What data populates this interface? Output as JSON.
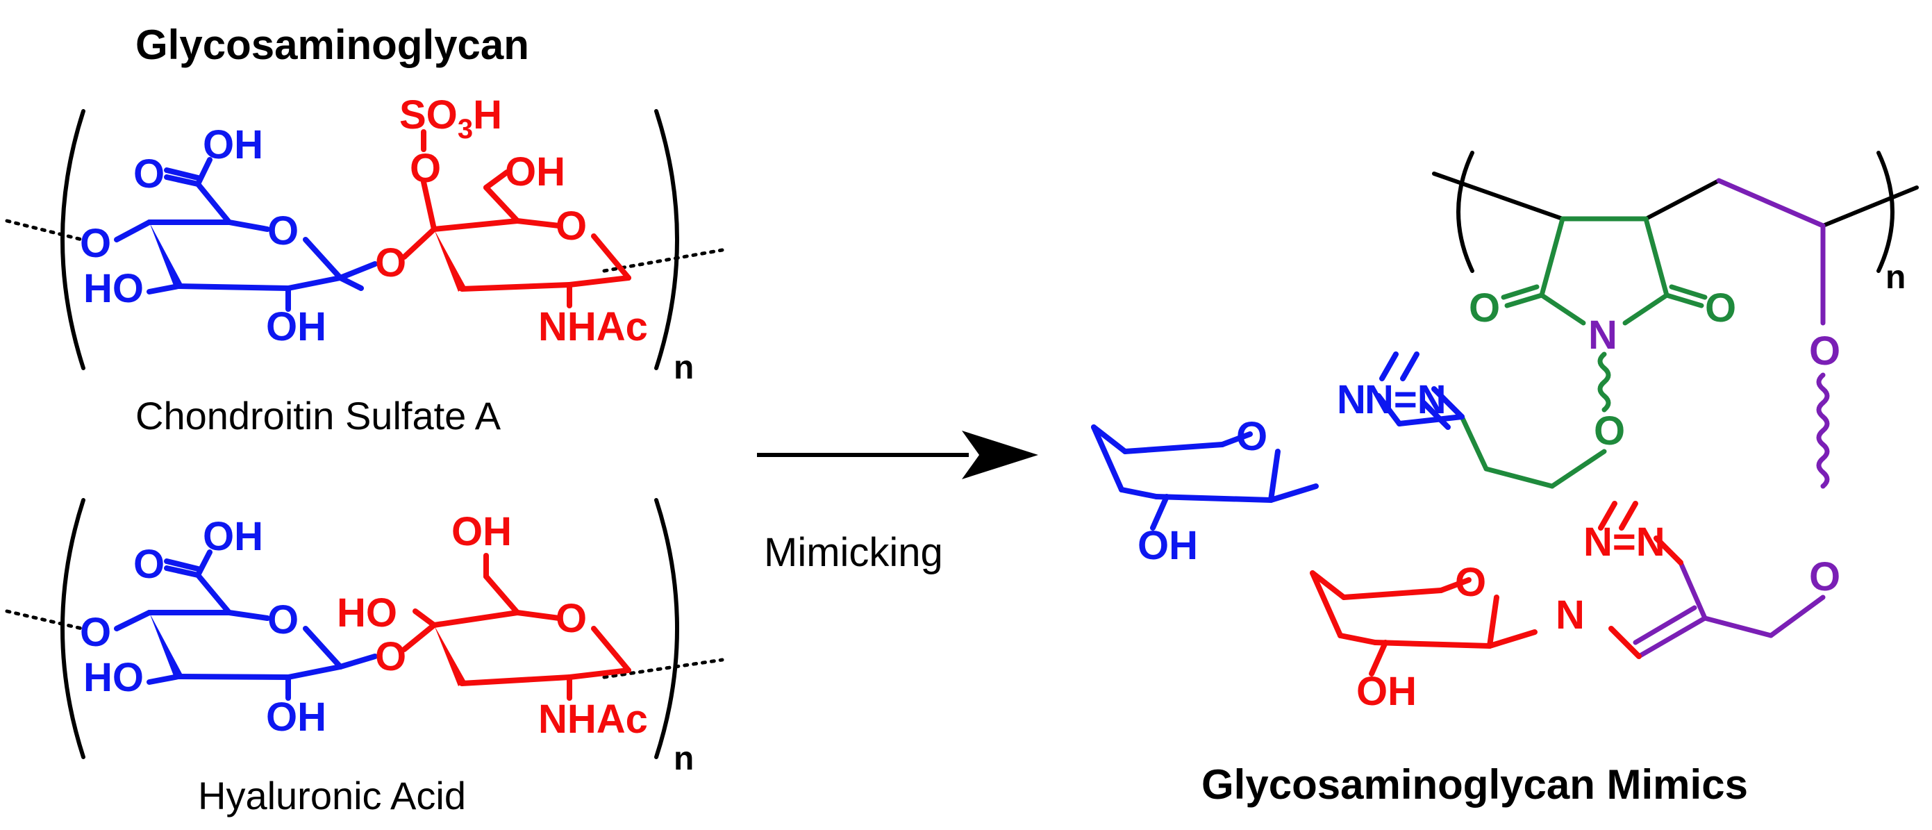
{
  "title_left": "Glycosaminoglycan",
  "label_csa": "Chondroitin Sulfate A",
  "label_ha": "Hyaluronic Acid",
  "arrow_label": "Mimicking",
  "title_right": "Glycosaminoglycan Mimics",
  "repeat_subscript": "n",
  "atoms": {
    "oh": "OH",
    "o": "O",
    "ho": "HO",
    "n": "N",
    "nhac": "NHAc",
    "so3h_prefix": "SO",
    "so3h_sub": "3",
    "so3h_suffix": "H",
    "triazole_nn": "N=N"
  },
  "colors": {
    "glucuronic_unit": "#0d17f0",
    "galactosamine_unit": "#f40b0b",
    "maleimide_unit": "#1f8a3c",
    "linker_unit": "#7a1fb5",
    "backbone": "#000000"
  }
}
